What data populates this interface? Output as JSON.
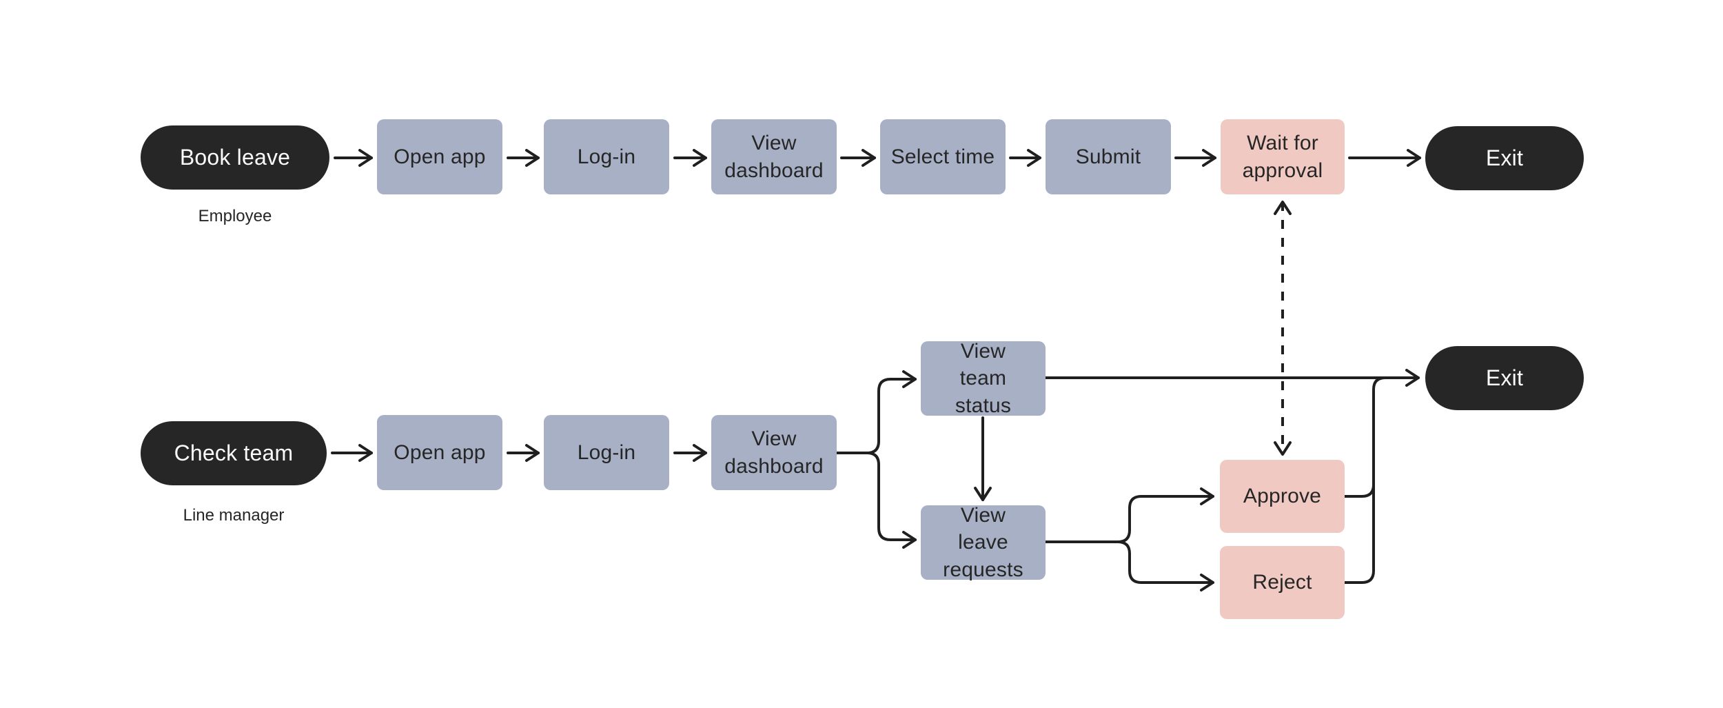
{
  "flow": {
    "employee": {
      "lane_label": "Employee",
      "start": "Book leave",
      "steps": [
        "Open app",
        "Log-in",
        "View dashboard",
        "Select time",
        "Submit"
      ],
      "wait_state": "Wait for approval",
      "end": "Exit"
    },
    "line_manager": {
      "lane_label": "Line manager",
      "start": "Check team",
      "steps": [
        "Open app",
        "Log-in",
        "View dashboard"
      ],
      "branches": [
        "View team status",
        "View leave requests"
      ],
      "decisions": [
        "Approve",
        "Reject"
      ],
      "end": "Exit"
    }
  },
  "colors": {
    "background": "#ffffff",
    "terminal_fill": "#262626",
    "terminal_text": "#fafafa",
    "step_fill": "#a8b0c6",
    "decision_fill": "#f1c9c3",
    "node_text": "#262626",
    "connector": "#1f1f1f"
  }
}
